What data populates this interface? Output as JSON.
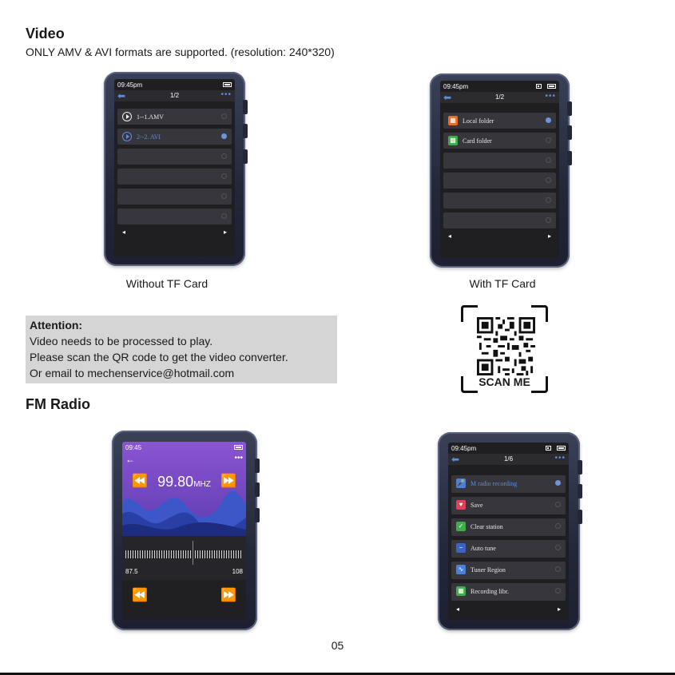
{
  "video": {
    "title": "Video",
    "note": "ONLY AMV & AVI formats are supported. (resolution: 240*320)",
    "left_caption": "Without TF Card",
    "right_caption": "With TF Card",
    "left_screen": {
      "time": "09:45pm",
      "page": "1/2",
      "items": [
        {
          "label": "1--1.AMV",
          "selected": false
        },
        {
          "label": "2--2. AVI",
          "selected": true
        }
      ],
      "nav_left": "◂",
      "nav_right": "▸"
    },
    "right_screen": {
      "time": "09:45pm",
      "page": "1/2",
      "items": [
        {
          "label": "Local folder",
          "icon": "folder-icon",
          "color": "#e0702a",
          "selected": true
        },
        {
          "label": "Card folder",
          "icon": "sd-card-icon",
          "color": "#3fae49",
          "selected": false
        }
      ],
      "nav_left": "◂",
      "nav_right": "▸"
    }
  },
  "attention": {
    "title": "Attention:",
    "line1": "Video needs to be processed to play.",
    "line2": "Please scan the QR code to get the video converter.",
    "line3": "Or email to mechenservice@hotmail.com"
  },
  "qr": {
    "label": "SCAN ME"
  },
  "fm": {
    "title": "FM Radio",
    "radio_screen": {
      "time": "09:45",
      "frequency": "99.80",
      "unit": "MHZ",
      "scale_min": "87.5",
      "scale_max": "108"
    },
    "menu_screen": {
      "time": "09:45pm",
      "page": "1/6",
      "items": [
        {
          "label": "M radio recording",
          "icon": "microphone-icon",
          "color": "#4c7fd6",
          "selected": true
        },
        {
          "label": "Save",
          "icon": "heart-icon",
          "color": "#e0405a",
          "selected": false
        },
        {
          "label": "Clear station",
          "icon": "broom-icon",
          "color": "#3fae49",
          "selected": false
        },
        {
          "label": "Auto tune",
          "icon": "tune-icon",
          "color": "#3a63c4",
          "selected": false
        },
        {
          "label": "Tuner Region",
          "icon": "wave-icon",
          "color": "#4c7fd6",
          "selected": false
        },
        {
          "label": "Recording libr.",
          "icon": "folder-icon",
          "color": "#3fae49",
          "selected": false
        }
      ],
      "nav_left": "◂",
      "nav_right": "▸"
    }
  },
  "page_number": "05"
}
